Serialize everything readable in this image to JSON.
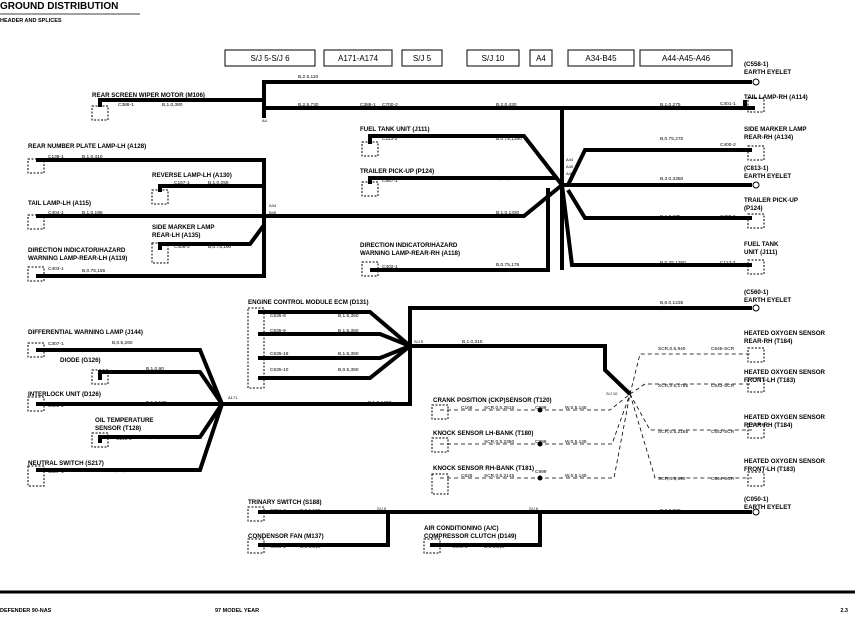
{
  "header": {
    "title": "GROUND DISTRIBUTION",
    "subtitle": "HEADER AND SPLICES"
  },
  "legend_boxes": [
    "S/J 5-S/J 6",
    "A171-A174",
    "S/J 5",
    "S/J 10",
    "A4",
    "A34-B45",
    "A44-A45-A46"
  ],
  "components": {
    "rear_wiper": "REAR SCREEN WIPER MOTOR (M106)",
    "rear_plate_lamp": "REAR NUMBER PLATE LAMP-LH (A128)",
    "reverse_lamp": "REVERSE LAMP-LH (A130)",
    "tail_lamp_lh": "TAIL LAMP-LH (A115)",
    "side_marker_rear_lh_1": "SIDE MARKER LAMP",
    "side_marker_rear_lh_2": "REAR-LH (A135)",
    "dir_ind_lh_1": "DIRECTION INDICATOR/HAZARD",
    "dir_ind_lh_2": "WARNING LAMP-REAR-LH (A119)",
    "fuel_tank_unit": "FUEL TANK UNIT (J111)",
    "trailer_pickup": "TRAILER PICK-UP (P124)",
    "dir_ind_rh_1": "DIRECTION INDICATOR/HAZARD",
    "dir_ind_rh_2": "WARNING LAMP-REAR-RH (A118)",
    "ecm": "ENGINE CONTROL MODULE ECM (D131)",
    "diff_warning": "DIFFERENTIAL WARNING LAMP (J144)",
    "diode": "DIODE (G126)",
    "interlock": "INTERLOCK UNIT (D126)",
    "oil_temp_1": "OIL TEMPERATURE",
    "oil_temp_2": "SENSOR (T128)",
    "neutral_switch": "NEUTRAL SWITCH (S217)",
    "ckp": "CRANK POSITION (CKP)SENSOR (T120)",
    "knock_lh": "KNOCK SENSOR LH-BANK (T180)",
    "knock_rh": "KNOCK SENSOR RH-BANK (T181)",
    "trinary": "TRINARY SWITCH (S188)",
    "condensor_fan": "CONDENSOR FAN (M137)",
    "aircon_1": "AIR CONDITIONING (A/C)",
    "aircon_2": "COMPRESSOR CLUTCH (D149)",
    "r_c558_1": "(C558-1)",
    "r_c558_2": "EARTH EYELET",
    "r_tail_rh": "TAIL LAMP-RH (A114)",
    "r_sm_rh_1": "SIDE MARKER LAMP",
    "r_sm_rh_2": "REAR-RH (A134)",
    "r_c813_1": "(C813-1)",
    "r_c813_2": "EARTH EYELET",
    "r_trailer_1": "TRAILER PICK-UP",
    "r_trailer_2": "(P124)",
    "r_fuel_1": "FUEL TANK",
    "r_fuel_2": "UNIT (J111)",
    "r_c560_1": "(C560-1)",
    "r_c560_2": "EARTH EYELET",
    "r_hos_rr_1": "HEATED OXYGEN SENSOR",
    "r_hos_rr_2": "REAR-RH (T184)",
    "r_hos_fl_1": "HEATED OXYGEN SENSOR",
    "r_hos_fl_2": "FRONT-LH (T183)",
    "r_hos_rr2_1": "HEATED OXYGEN SENSOR",
    "r_hos_rr2_2": "REAR-RH (T184)",
    "r_hos_fl2_1": "HEATED OXYGEN SENSOR",
    "r_hos_fl2_2": "FRONT-LH (T183)",
    "r_c050_1": "(C050-1)",
    "r_c050_2": "EARTH EYELET"
  },
  "connectors": {
    "c388": "C388-1",
    "c138": "C138-1",
    "c167": "C167-1",
    "c404": "C404-1",
    "c405": "C405-2",
    "c403": "C403-1",
    "c113_2": "C113-2",
    "c557": "C557-1",
    "c402": "C402-1",
    "c401": "C401-1",
    "c400": "C400-2",
    "c499": "C499-5",
    "c113_3": "C113-3",
    "c386": "C386-1",
    "c700": "C700-2",
    "c635_8": "C635-8",
    "c635_9": "C635-9",
    "c635_16": "C635-16",
    "c635_10": "C635-10",
    "c307a": "C307-1",
    "c662": "C662-1",
    "c683": "C683-2",
    "c218": "C218-2",
    "c307b": "C307-1",
    "c168": "C168",
    "c999a": "C999",
    "c999b": "C999",
    "c999c": "C999",
    "c626": "C626",
    "c645": "C645-SCR",
    "c643": "C643-SCR",
    "c642": "C642-SCR",
    "c644": "C644-SCR",
    "c051": "C051-3",
    "c048": "C048-1",
    "c049": "C049-2"
  },
  "wires": {
    "w_top1": "B,2.5,110",
    "w_wiper": "B,1.0,380",
    "w_2730": "B,2.5,730",
    "w_430": "B,2.0,430",
    "w_275a": "B,1.0,275",
    "w_410a": "B,1.0,410",
    "w_255": "B,1.0,255",
    "w_195": "B,1.0,195",
    "w_190": "B,0.75,190",
    "w_155": "B,0.75,155",
    "w_1350a": "B,0.75,1350",
    "w_410b": "B,3.0,410",
    "w_1330": "B,1.0,1330",
    "w_175": "B,0.75,175",
    "w_270": "B,0.75,270",
    "w_3350": "B,3.0,3350",
    "w_275b": "B,1.0,275",
    "w_1350b": "B,0.75,1350",
    "w_1235": "B,6.0,1235",
    "w_350a": "B,1.5,350",
    "w_350b": "B,1.5,350",
    "w_350c": "B,1.5,350",
    "w_350d": "B,0.5,350",
    "w_315": "B,1.0,315",
    "w_1490": "B,1.0,1490",
    "w_260a": "B,0.5,260",
    "w_90": "B,1.0,90",
    "w_120": "B,1.0,120",
    "w_370": "B,0.5,370",
    "w_260b": "B,0.5,260",
    "w_scr2515": "SCR,0.5,2515",
    "w_w145a": "W,0.5,145",
    "w_scr2350": "SCR,0.5,2350",
    "w_w145b": "W,0.5,145",
    "w_scr2145": "SCR,0.5,2145",
    "w_w145c": "W,0.5,145",
    "w_scr940": "SCR,0.5,940",
    "w_scr1785": "SCR,0.5,1785",
    "w_scr2165": "SCR,0.5,2165",
    "w_scr990": "SCR,0.5,990",
    "w_190b": "B,0.5,190",
    "w_310a": "B,3.0,310",
    "w_160": "B,3.0,160",
    "w_310b": "B,3.0,310",
    "w_380": "B,2.0,380"
  },
  "splices": {
    "a4": "A4",
    "a34": "A34",
    "b45": "B45",
    "a44": "A44",
    "a45": "A45",
    "a46": "A46",
    "sj5a": "S/J 5",
    "sj10": "S/J 10",
    "a171": "A171",
    "a174": "A174",
    "sj5b": "S/J 5",
    "sj6": "S/J 6"
  },
  "footer": {
    "left": "DEFENDER 90-NAS",
    "center": "97 MODEL YEAR",
    "right": "2.3"
  }
}
